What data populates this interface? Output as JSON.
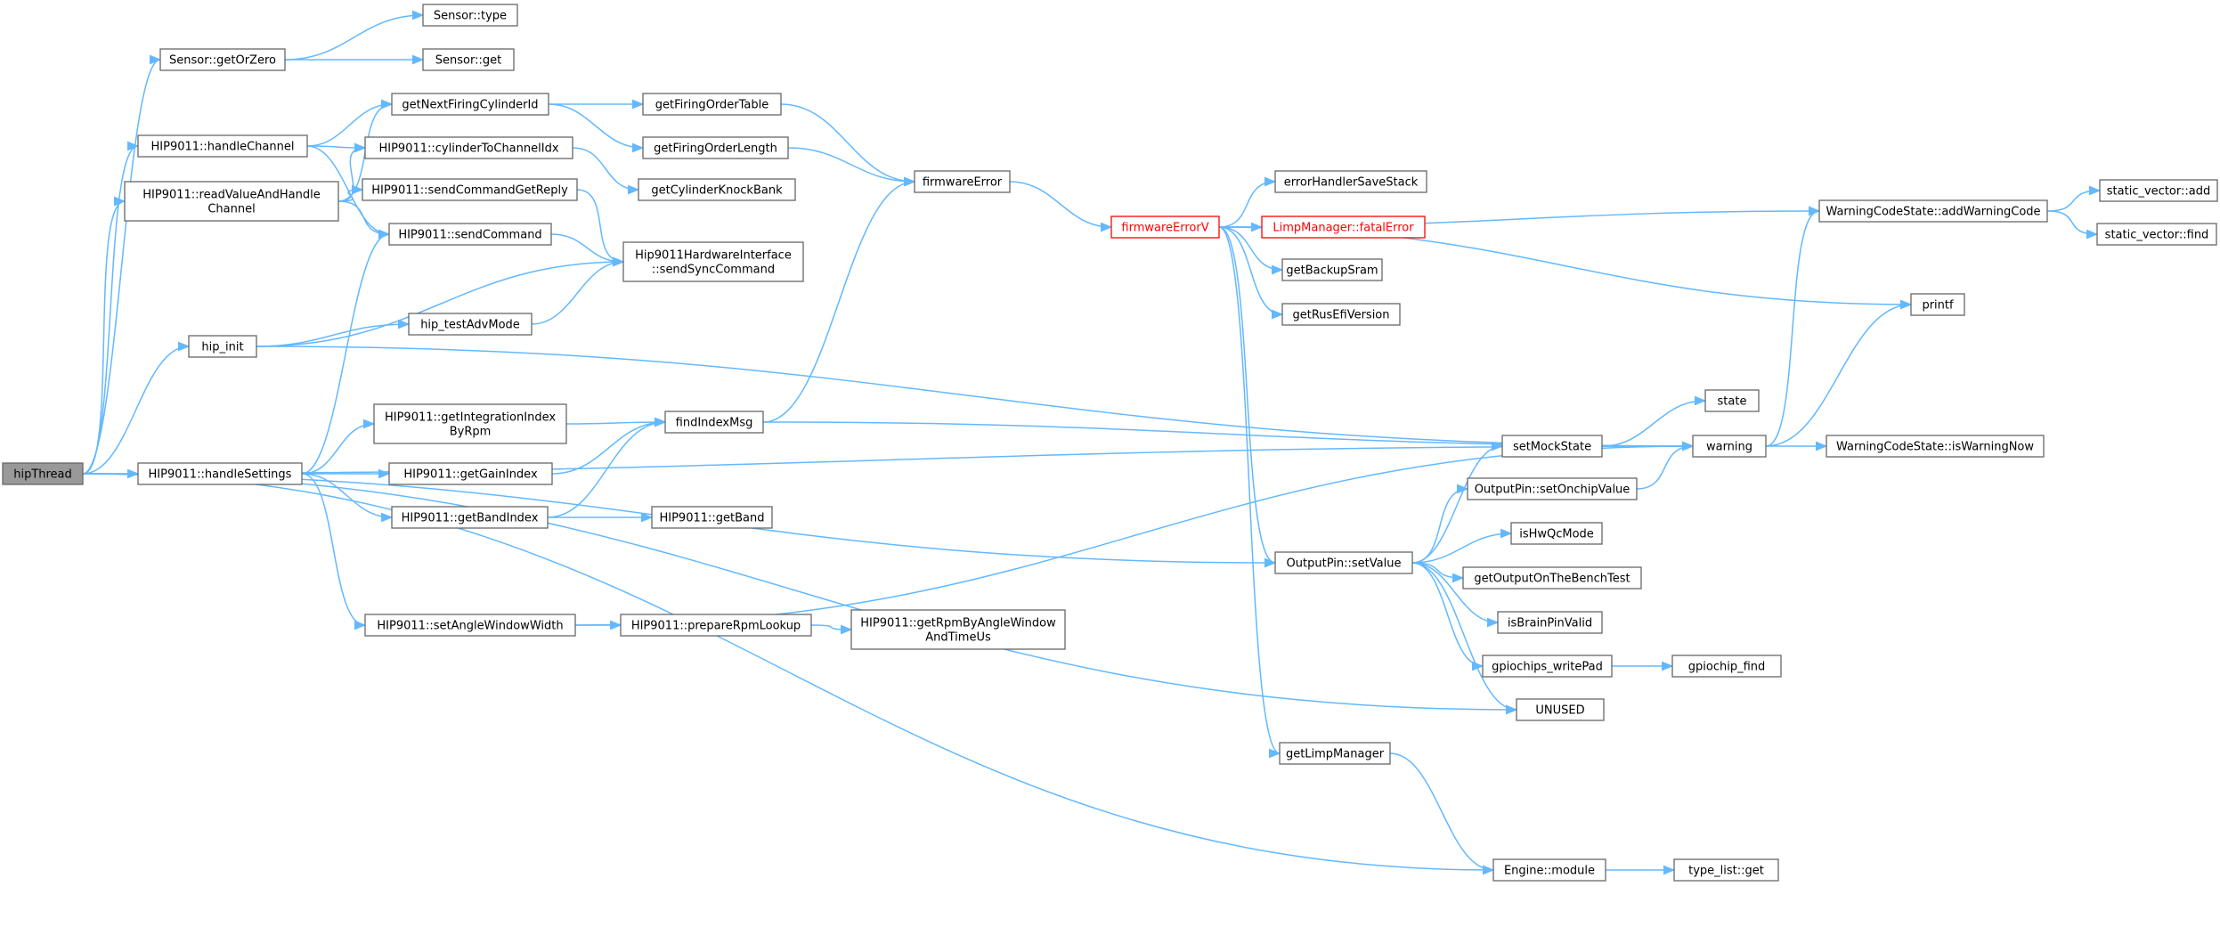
{
  "graph": {
    "colors": {
      "edge": "#63b8ff",
      "node_border": "#666666",
      "node_fill": "#ffffff",
      "root_fill": "#999999",
      "error": "#ff0000"
    },
    "nodes": [
      {
        "id": "hipThread",
        "label": [
          "hipThread"
        ],
        "style": "root"
      },
      {
        "id": "sensorGetOrZero",
        "label": [
          "Sensor::getOrZero"
        ]
      },
      {
        "id": "sensorType",
        "label": [
          "Sensor::type"
        ]
      },
      {
        "id": "sensorGet",
        "label": [
          "Sensor::get"
        ]
      },
      {
        "id": "hipHandleChannel",
        "label": [
          "HIP9011::handleChannel"
        ]
      },
      {
        "id": "hipReadValue",
        "label": [
          "HIP9011::readValueAndHandle",
          "Channel"
        ]
      },
      {
        "id": "hipInit",
        "label": [
          "hip_init"
        ]
      },
      {
        "id": "hipHandleSettings",
        "label": [
          "HIP9011::handleSettings"
        ]
      },
      {
        "id": "getNextFiringCylinderId",
        "label": [
          "getNextFiringCylinderId"
        ]
      },
      {
        "id": "cylinderToChannelIdx",
        "label": [
          "HIP9011::cylinderToChannelIdx"
        ]
      },
      {
        "id": "sendCommandGetReply",
        "label": [
          "HIP9011::sendCommandGetReply"
        ]
      },
      {
        "id": "sendCommand",
        "label": [
          "HIP9011::sendCommand"
        ]
      },
      {
        "id": "hipTestAdvMode",
        "label": [
          "hip_testAdvMode"
        ]
      },
      {
        "id": "getIntegrationIndex",
        "label": [
          "HIP9011::getIntegrationIndex",
          "ByRpm"
        ]
      },
      {
        "id": "getGainIndex",
        "label": [
          "HIP9011::getGainIndex"
        ]
      },
      {
        "id": "getBandIndex",
        "label": [
          "HIP9011::getBandIndex"
        ]
      },
      {
        "id": "setAngleWindowWidth",
        "label": [
          "HIP9011::setAngleWindowWidth"
        ]
      },
      {
        "id": "getFiringOrderTable",
        "label": [
          "getFiringOrderTable"
        ]
      },
      {
        "id": "getFiringOrderLength",
        "label": [
          "getFiringOrderLength"
        ]
      },
      {
        "id": "getCylinderKnockBank",
        "label": [
          "getCylinderKnockBank"
        ]
      },
      {
        "id": "sendSyncCommand",
        "label": [
          "Hip9011HardwareInterface",
          "::sendSyncCommand"
        ]
      },
      {
        "id": "findIndexMsg",
        "label": [
          "findIndexMsg"
        ]
      },
      {
        "id": "hipGetBand",
        "label": [
          "HIP9011::getBand"
        ]
      },
      {
        "id": "prepareRpmLookup",
        "label": [
          "HIP9011::prepareRpmLookup"
        ]
      },
      {
        "id": "getRpmByAngleWindow",
        "label": [
          "HIP9011::getRpmByAngleWindow",
          "AndTimeUs"
        ]
      },
      {
        "id": "firmwareError",
        "label": [
          "firmwareError"
        ]
      },
      {
        "id": "firmwareErrorV",
        "label": [
          "firmwareErrorV"
        ],
        "style": "error"
      },
      {
        "id": "errorHandlerSaveStack",
        "label": [
          "errorHandlerSaveStack"
        ]
      },
      {
        "id": "limpFatalError",
        "label": [
          "LimpManager::fatalError"
        ],
        "style": "error"
      },
      {
        "id": "getBackupSram",
        "label": [
          "getBackupSram"
        ]
      },
      {
        "id": "getRusEfiVersion",
        "label": [
          "getRusEfiVersion"
        ]
      },
      {
        "id": "outputPinSetValue",
        "label": [
          "OutputPin::setValue"
        ]
      },
      {
        "id": "getLimpManager",
        "label": [
          "getLimpManager"
        ]
      },
      {
        "id": "setMockState",
        "label": [
          "setMockState"
        ]
      },
      {
        "id": "setOnchipValue",
        "label": [
          "OutputPin::setOnchipValue"
        ]
      },
      {
        "id": "isHwQcMode",
        "label": [
          "isHwQcMode"
        ]
      },
      {
        "id": "getOutputOnTheBenchTest",
        "label": [
          "getOutputOnTheBenchTest"
        ]
      },
      {
        "id": "isBrainPinValid",
        "label": [
          "isBrainPinValid"
        ]
      },
      {
        "id": "gpiochipsWritePad",
        "label": [
          "gpiochips_writePad"
        ]
      },
      {
        "id": "unused",
        "label": [
          "UNUSED"
        ]
      },
      {
        "id": "engineModule",
        "label": [
          "Engine::module"
        ]
      },
      {
        "id": "state",
        "label": [
          "state"
        ]
      },
      {
        "id": "warning",
        "label": [
          "warning"
        ]
      },
      {
        "id": "gpiochipFind",
        "label": [
          "gpiochip_find"
        ]
      },
      {
        "id": "typeListGet",
        "label": [
          "type_list::get"
        ]
      },
      {
        "id": "addWarningCode",
        "label": [
          "WarningCodeState::addWarningCode"
        ]
      },
      {
        "id": "isWarningNow",
        "label": [
          "WarningCodeState::isWarningNow"
        ]
      },
      {
        "id": "printf",
        "label": [
          "printf"
        ]
      },
      {
        "id": "staticVectorAdd",
        "label": [
          "static_vector::add"
        ]
      },
      {
        "id": "staticVectorFind",
        "label": [
          "static_vector::find"
        ]
      }
    ],
    "edges": [
      [
        "hipThread",
        "sensorGetOrZero"
      ],
      [
        "hipThread",
        "hipHandleChannel"
      ],
      [
        "hipThread",
        "hipReadValue"
      ],
      [
        "hipThread",
        "hipInit"
      ],
      [
        "hipThread",
        "hipHandleSettings"
      ],
      [
        "hipThread",
        "outputPinSetValue"
      ],
      [
        "hipThread",
        "warning"
      ],
      [
        "hipThread",
        "unused"
      ],
      [
        "hipThread",
        "engineModule"
      ],
      [
        "sensorGetOrZero",
        "sensorType"
      ],
      [
        "sensorGetOrZero",
        "sensorGet"
      ],
      [
        "hipHandleChannel",
        "getNextFiringCylinderId"
      ],
      [
        "hipHandleChannel",
        "cylinderToChannelIdx"
      ],
      [
        "hipHandleChannel",
        "sendCommand"
      ],
      [
        "hipReadValue",
        "getNextFiringCylinderId"
      ],
      [
        "hipReadValue",
        "cylinderToChannelIdx"
      ],
      [
        "hipReadValue",
        "sendCommandGetReply"
      ],
      [
        "hipReadValue",
        "sendCommand"
      ],
      [
        "hipInit",
        "sendSyncCommand"
      ],
      [
        "hipInit",
        "hipTestAdvMode"
      ],
      [
        "hipInit",
        "warning"
      ],
      [
        "hipHandleSettings",
        "sendCommand"
      ],
      [
        "hipHandleSettings",
        "getIntegrationIndex"
      ],
      [
        "hipHandleSettings",
        "getGainIndex"
      ],
      [
        "hipHandleSettings",
        "getBandIndex"
      ],
      [
        "hipHandleSettings",
        "setAngleWindowWidth"
      ],
      [
        "getNextFiringCylinderId",
        "getFiringOrderTable"
      ],
      [
        "getNextFiringCylinderId",
        "getFiringOrderLength"
      ],
      [
        "cylinderToChannelIdx",
        "getCylinderKnockBank"
      ],
      [
        "sendCommandGetReply",
        "sendSyncCommand"
      ],
      [
        "sendCommand",
        "sendSyncCommand"
      ],
      [
        "hipTestAdvMode",
        "sendSyncCommand"
      ],
      [
        "getIntegrationIndex",
        "findIndexMsg"
      ],
      [
        "getGainIndex",
        "findIndexMsg"
      ],
      [
        "getBandIndex",
        "findIndexMsg"
      ],
      [
        "getBandIndex",
        "hipGetBand"
      ],
      [
        "setAngleWindowWidth",
        "prepareRpmLookup"
      ],
      [
        "setAngleWindowWidth",
        "warning"
      ],
      [
        "prepareRpmLookup",
        "getRpmByAngleWindow"
      ],
      [
        "findIndexMsg",
        "firmwareError"
      ],
      [
        "findIndexMsg",
        "warning"
      ],
      [
        "getFiringOrderTable",
        "firmwareError"
      ],
      [
        "getFiringOrderLength",
        "firmwareError"
      ],
      [
        "firmwareError",
        "firmwareErrorV"
      ],
      [
        "firmwareErrorV",
        "errorHandlerSaveStack"
      ],
      [
        "firmwareErrorV",
        "limpFatalError"
      ],
      [
        "firmwareErrorV",
        "getBackupSram"
      ],
      [
        "firmwareErrorV",
        "getRusEfiVersion"
      ],
      [
        "firmwareErrorV",
        "outputPinSetValue"
      ],
      [
        "firmwareErrorV",
        "getLimpManager"
      ],
      [
        "firmwareErrorV",
        "addWarningCode"
      ],
      [
        "firmwareErrorV",
        "printf"
      ],
      [
        "outputPinSetValue",
        "setMockState"
      ],
      [
        "outputPinSetValue",
        "setOnchipValue"
      ],
      [
        "outputPinSetValue",
        "isHwQcMode"
      ],
      [
        "outputPinSetValue",
        "getOutputOnTheBenchTest"
      ],
      [
        "outputPinSetValue",
        "isBrainPinValid"
      ],
      [
        "outputPinSetValue",
        "gpiochipsWritePad"
      ],
      [
        "outputPinSetValue",
        "unused"
      ],
      [
        "getLimpManager",
        "engineModule"
      ],
      [
        "setMockState",
        "state"
      ],
      [
        "setOnchipValue",
        "warning"
      ],
      [
        "gpiochipsWritePad",
        "gpiochipFind"
      ],
      [
        "engineModule",
        "typeListGet"
      ],
      [
        "warning",
        "addWarningCode"
      ],
      [
        "warning",
        "isWarningNow"
      ],
      [
        "warning",
        "printf"
      ],
      [
        "addWarningCode",
        "staticVectorAdd"
      ],
      [
        "addWarningCode",
        "staticVectorFind"
      ]
    ]
  }
}
